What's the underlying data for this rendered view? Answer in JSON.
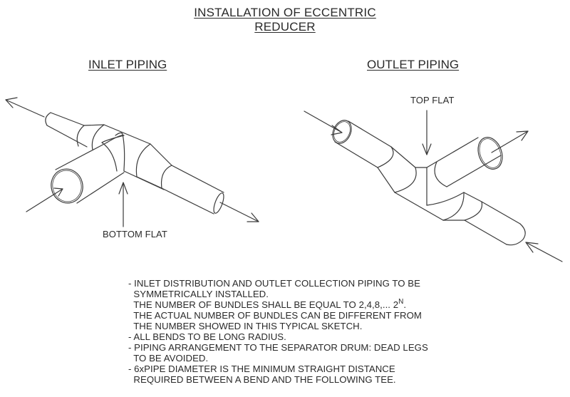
{
  "title": {
    "line1": "INSTALLATION OF ECCENTRIC",
    "line2": "REDUCER"
  },
  "sections": {
    "inlet": {
      "heading": "INLET PIPING",
      "callout": "BOTTOM FLAT"
    },
    "outlet": {
      "heading": "OUTLET PIPING",
      "callout": "TOP FLAT"
    }
  },
  "notes": {
    "lines": [
      "- INLET DISTRIBUTION AND OUTLET COLLECTION PIPING TO BE",
      "  SYMMETRICALLY INSTALLED.",
      "  THE NUMBER OF BUNDLES SHALL BE EQUAL TO 2,4,8,... 2",
      "  THE ACTUAL NUMBER OF BUNDLES CAN BE DIFFERENT FROM",
      "  THE NUMBER SHOWED IN THIS TYPICAL SKETCH.",
      "- ALL BENDS TO BE LONG RADIUS.",
      "- PIPING ARRANGEMENT TO THE SEPARATOR DRUM: DEAD LEGS",
      "  TO BE AVOIDED.",
      "- 6xPIPE DIAMETER IS THE MINIMUM STRAIGHT DISTANCE",
      "  REQUIRED BETWEEN A BEND AND THE FOLLOWING TEE."
    ],
    "superscript": "N",
    "superscript_suffix": "."
  },
  "icons": {
    "flow_arrows": [
      "inlet-flow-in-arrow",
      "inlet-flow-out-left-arrow",
      "inlet-flow-out-right-arrow",
      "outlet-flow-in-left-arrow",
      "outlet-flow-in-right-arrow",
      "outlet-flow-out-arrow"
    ],
    "callout_arrows": [
      "bottom-flat-pointer-arrow",
      "top-flat-pointer-arrow"
    ]
  },
  "colors": {
    "line": "#3a3a3a",
    "text": "#2a2a2a",
    "background": "#ffffff"
  }
}
